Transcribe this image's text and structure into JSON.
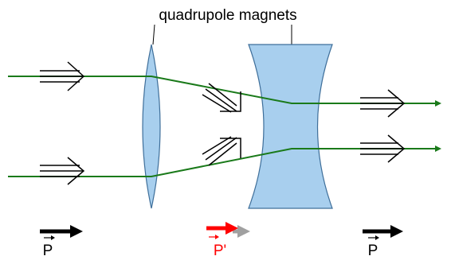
{
  "title": "quadrupole magnets",
  "momentum_labels": [
    {
      "text": "P",
      "color": "#000000"
    },
    {
      "text": "P'",
      "color": "#ff0000"
    },
    {
      "text": "P",
      "color": "#000000"
    }
  ],
  "colors": {
    "beam": "#1a7a1a",
    "lens_fill": "#a8cfee",
    "lens_stroke": "#3f6f9a",
    "arrow": "#000000",
    "arrow_mod": "#ff0000",
    "arrow_ghost": "#a0a0a0"
  }
}
